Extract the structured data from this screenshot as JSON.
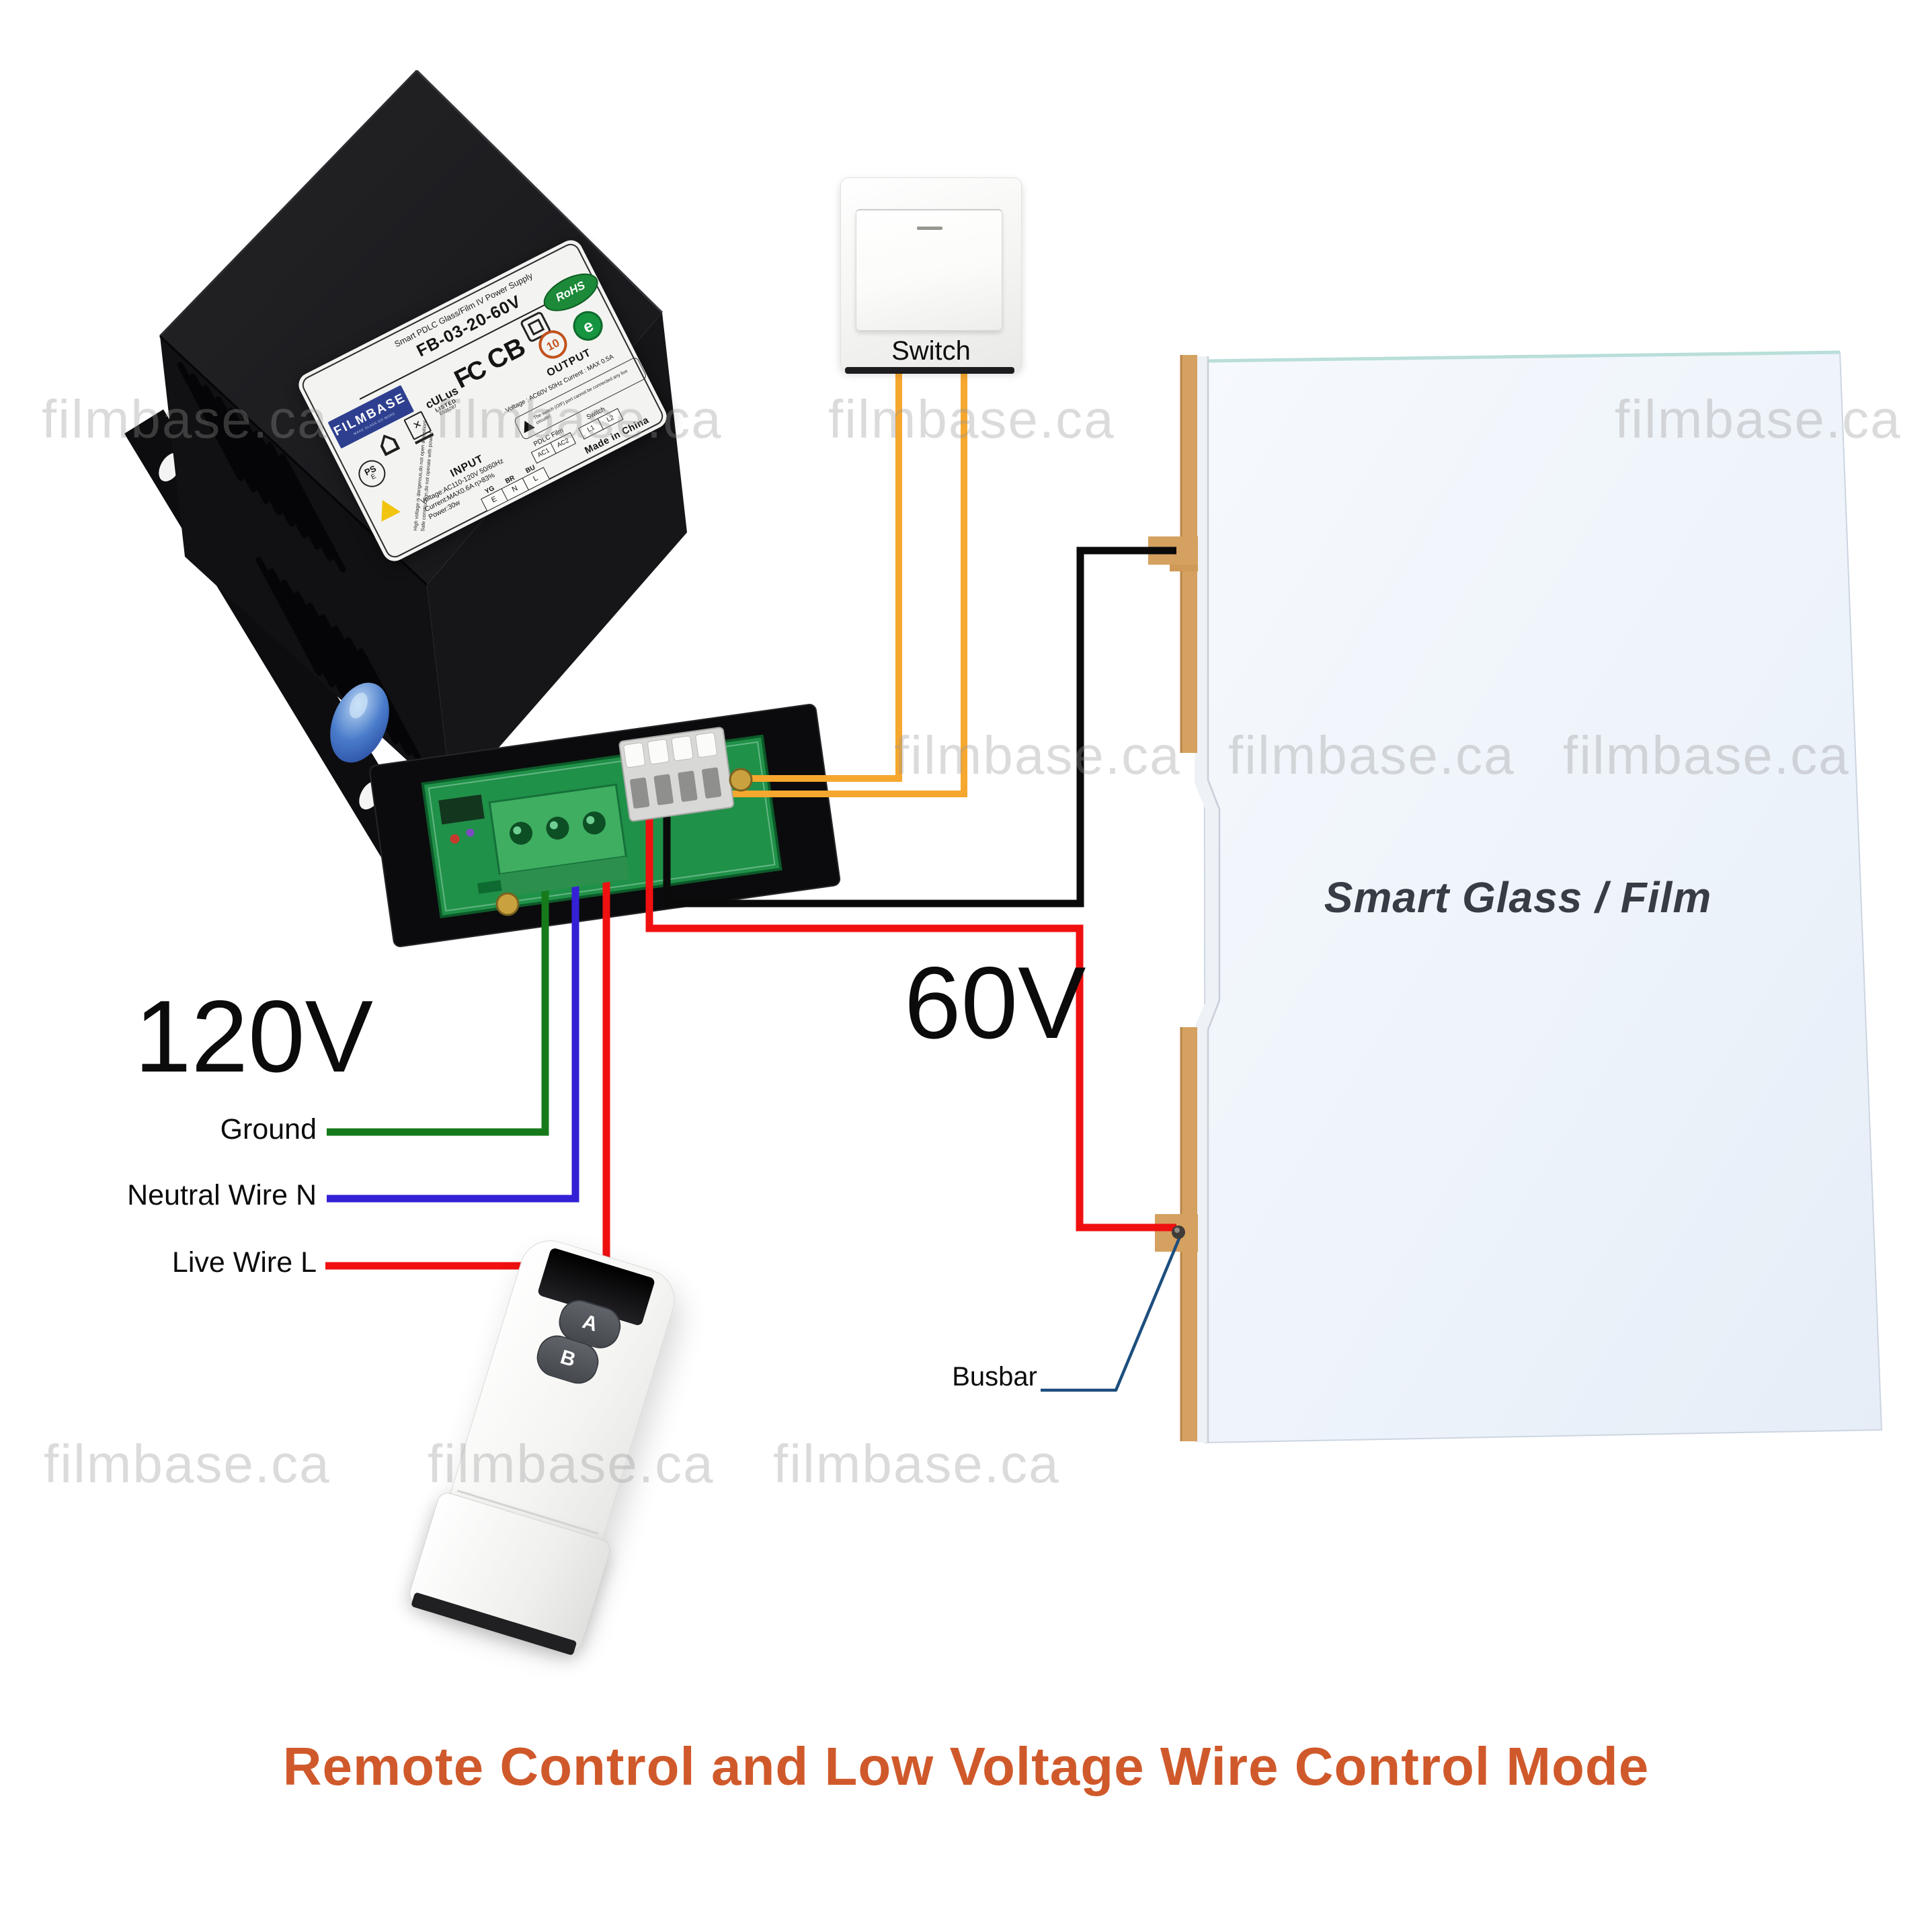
{
  "title": "Remote Control and Low Voltage Wire Control Mode",
  "watermark": {
    "text": "filmbase.ca"
  },
  "diagram": {
    "input_voltage": "120V",
    "output_voltage": "60V",
    "ground_label": "Ground",
    "neutral_label": "Neutral Wire N",
    "live_label": "Live Wire L",
    "switch_label": "Switch",
    "busbar_label": "Busbar",
    "glass_label": "Smart Glass / Film",
    "remote": {
      "button_a": "A",
      "button_b": "B"
    }
  },
  "psu_label": {
    "product": "Smart PDLC Glass/Film IV Power Supply",
    "model": "FB-03-20-60V",
    "brand": "FILMBASE",
    "brand_tagline": "MAKE GLASS GO MORE",
    "pse_top": "PS",
    "pse_bottom": "E",
    "ul_mark": "cULus",
    "ul_listed": "LISTED",
    "ul_file": "E526287",
    "fcc_mark": "FC",
    "cb_mark": "CB",
    "efup_mark": "10",
    "rohs_mark": "RoHS",
    "e_mark": "e",
    "weee_x": "✕",
    "house_icon": "⌂",
    "output_heading": "OUTPUT",
    "output_specs": "Voltage : AC60V 50Hz   Current : MAX 0.5A",
    "output_warning": "The switch (O/F) port cannot be connected any live circuits!",
    "pdlc_film_heading": "PDLC Film",
    "ac1": "AC1",
    "ac2": "AC2",
    "switch_heading": "Switch",
    "l1": "L1",
    "l2": "L2",
    "made_in": "Made in China",
    "input_heading": "INPUT",
    "input_voltage": "Voltage:AC110-120V 50/60Hz",
    "input_current": "Current:MAX0.6A  η>83%",
    "input_power": "Power:30w",
    "warning_line1": "High voltage is dangerous,do not open a position!",
    "warning_line2": "Safe construction,do not operate with power!",
    "wire_col1": "YG",
    "wire_col2": "BR",
    "wire_col3": "BU",
    "wire_e": "E",
    "wire_n": "N",
    "wire_l": "L"
  },
  "colors": {
    "title_accent": "#d0592b",
    "wire_ground": "#167a1b",
    "wire_neutral": "#3421d6",
    "wire_live": "#f01010",
    "wire_switch_orange": "#f6a72e",
    "wire_output_black": "#0a0a0a",
    "wire_output_red": "#f01010",
    "busbar_tan": "#d5a160",
    "brand_navy": "#2e3f8f",
    "rohs_green": "#1c8a38",
    "glass_blue": "#edf3fa"
  }
}
